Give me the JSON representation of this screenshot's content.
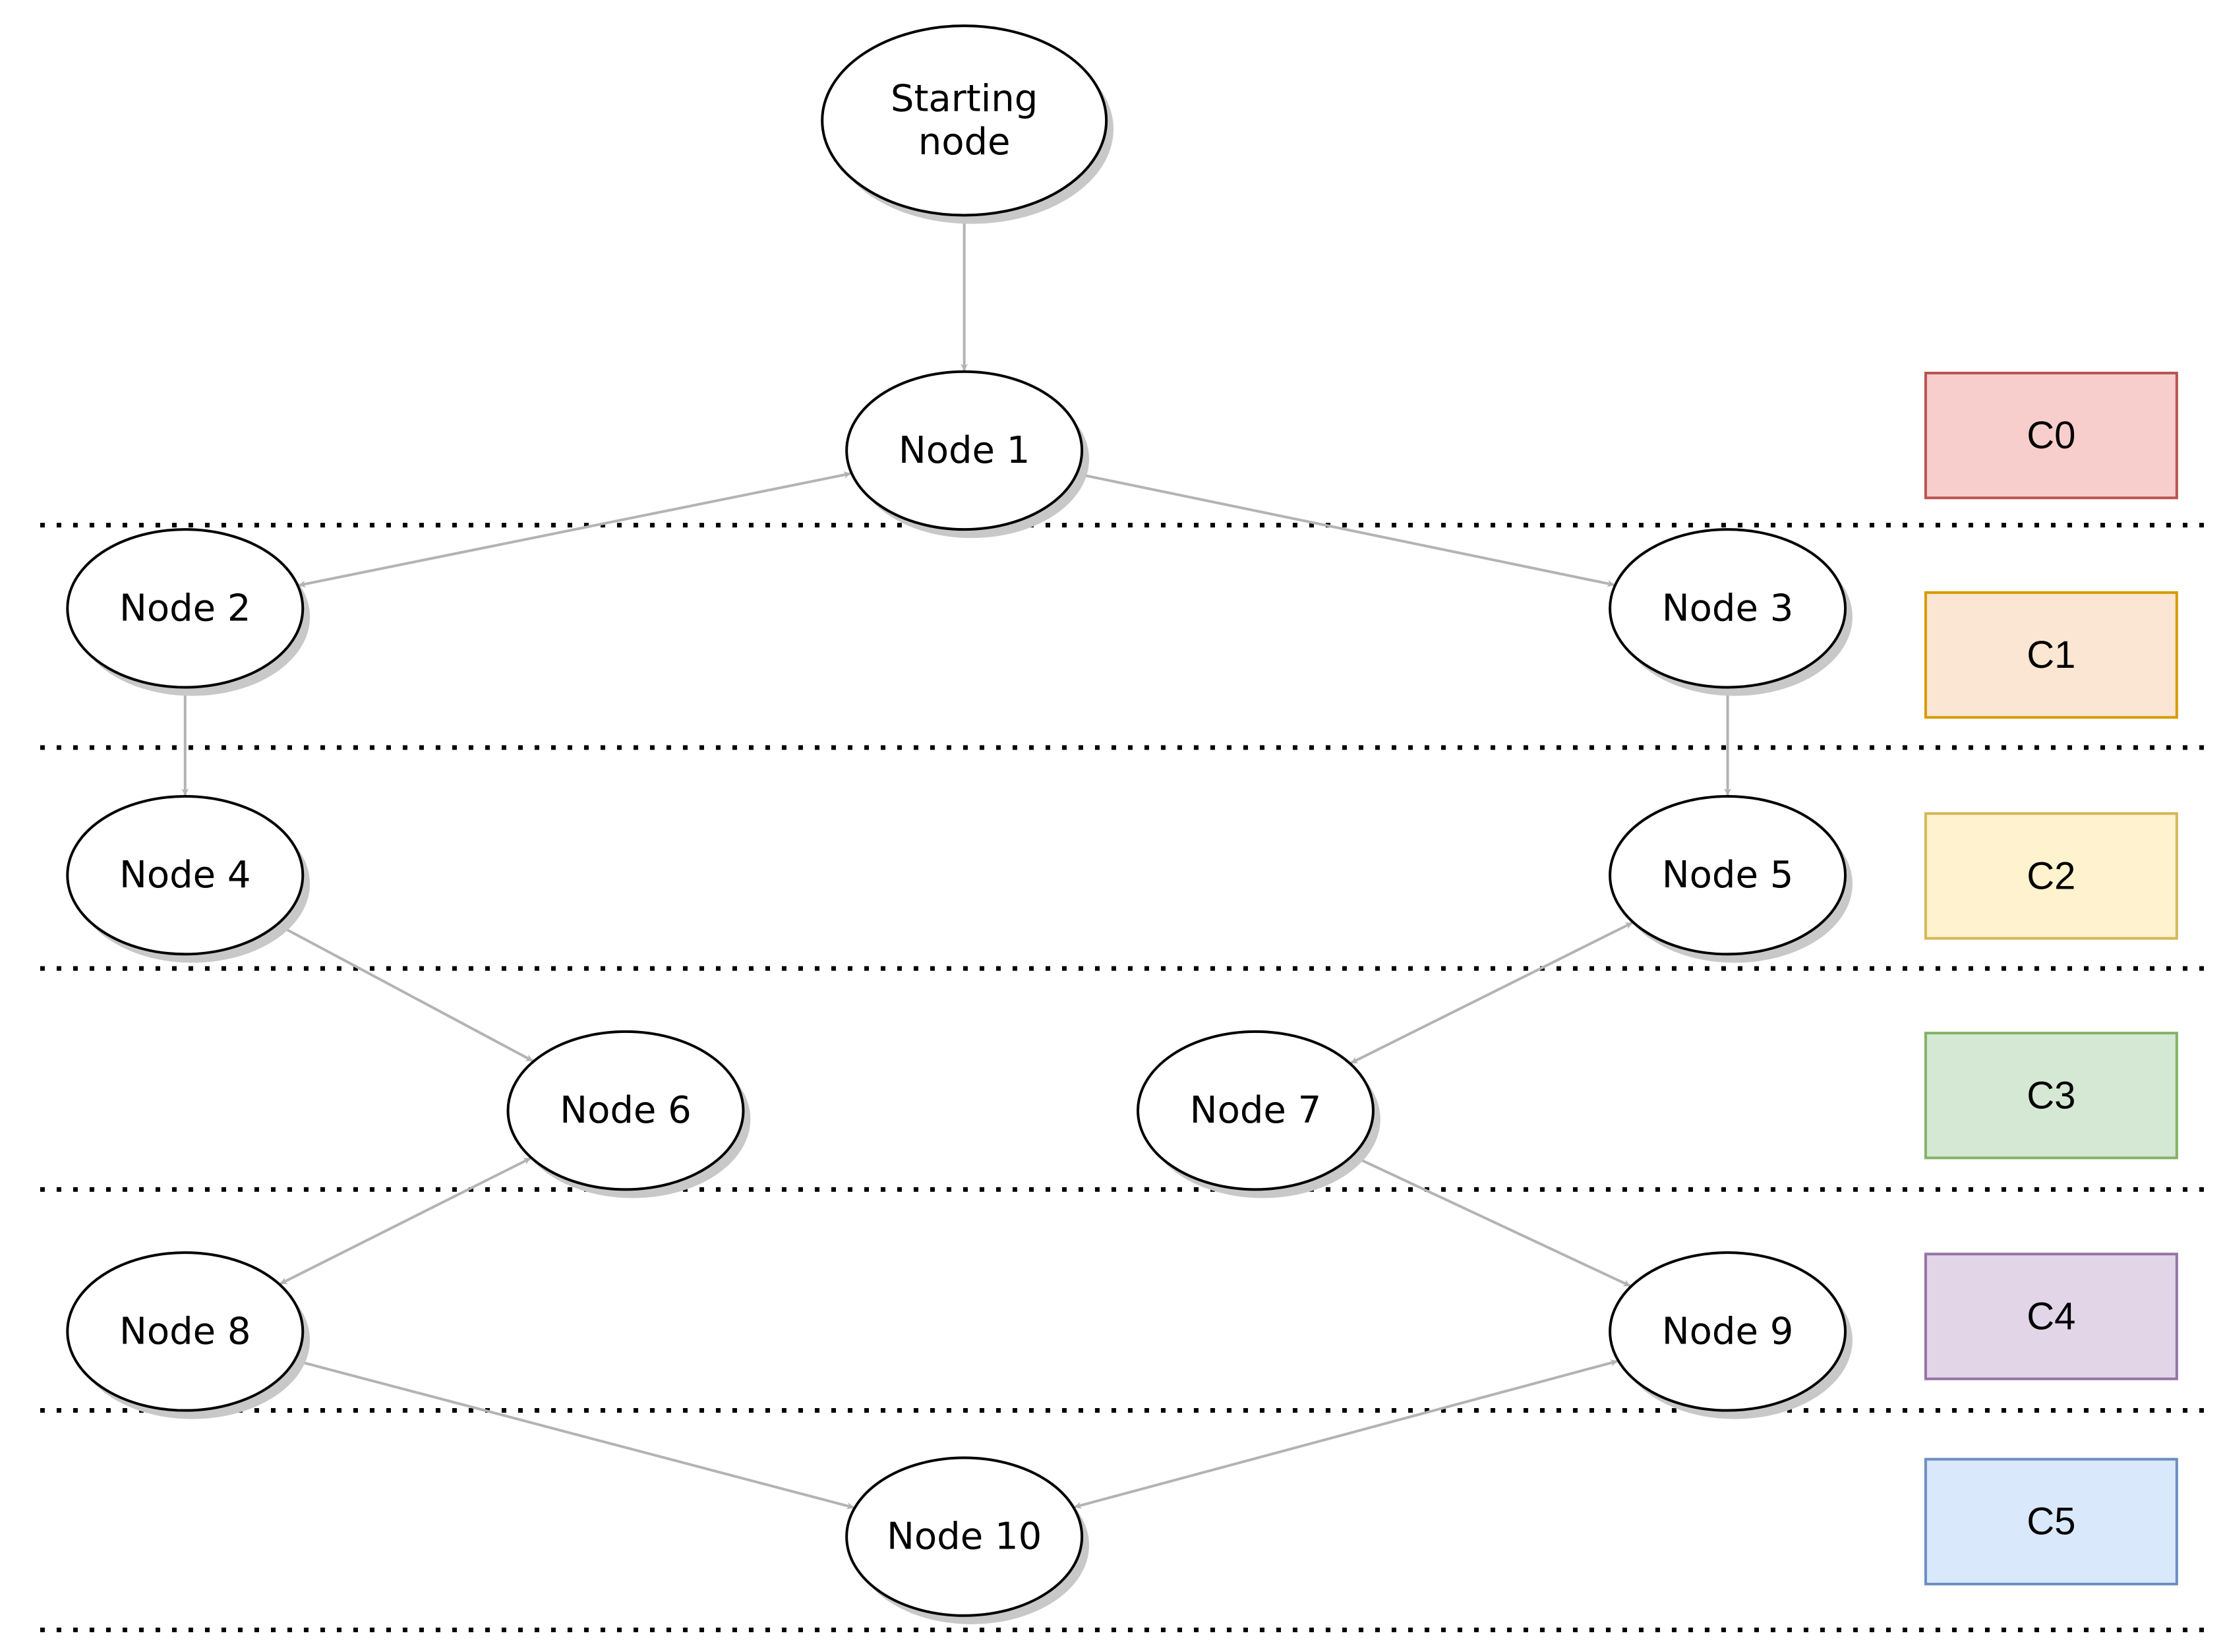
{
  "nodes": [
    {
      "id": "start",
      "lines": [
        "Starting",
        "node"
      ]
    },
    {
      "id": "n1",
      "lines": [
        "Node 1"
      ]
    },
    {
      "id": "n2",
      "lines": [
        "Node 2"
      ]
    },
    {
      "id": "n3",
      "lines": [
        "Node 3"
      ]
    },
    {
      "id": "n4",
      "lines": [
        "Node 4"
      ]
    },
    {
      "id": "n5",
      "lines": [
        "Node 5"
      ]
    },
    {
      "id": "n6",
      "lines": [
        "Node 6"
      ]
    },
    {
      "id": "n7",
      "lines": [
        "Node 7"
      ]
    },
    {
      "id": "n8",
      "lines": [
        "Node 8"
      ]
    },
    {
      "id": "n9",
      "lines": [
        "Node 9"
      ]
    },
    {
      "id": "n10",
      "lines": [
        "Node 10"
      ]
    }
  ],
  "edges": [
    {
      "from": "start",
      "to": "n1",
      "direction": "both"
    },
    {
      "from": "n1",
      "to": "n2",
      "direction": "both"
    },
    {
      "from": "n1",
      "to": "n3",
      "direction": "both"
    },
    {
      "from": "n2",
      "to": "n4",
      "direction": "both"
    },
    {
      "from": "n3",
      "to": "n5",
      "direction": "both"
    },
    {
      "from": "n4",
      "to": "n6",
      "direction": "both"
    },
    {
      "from": "n5",
      "to": "n7",
      "direction": "both"
    },
    {
      "from": "n6",
      "to": "n8",
      "direction": "both"
    },
    {
      "from": "n7",
      "to": "n9",
      "direction": "both"
    },
    {
      "from": "n8",
      "to": "n10",
      "direction": "both"
    },
    {
      "from": "n9",
      "to": "n10",
      "direction": "both"
    }
  ],
  "legend": [
    {
      "label": "C0",
      "fill": "#f8cecc",
      "stroke": "#b85450"
    },
    {
      "label": "C1",
      "fill": "#fae6d2",
      "stroke": "#d79b00"
    },
    {
      "label": "C2",
      "fill": "#fff3cf",
      "stroke": "#d6b656"
    },
    {
      "label": "C3",
      "fill": "#d5e8d4",
      "stroke": "#82b366"
    },
    {
      "label": "C4",
      "fill": "#e1d5e7",
      "stroke": "#9673a6"
    },
    {
      "label": "C5",
      "fill": "#dae8fc",
      "stroke": "#6c8ebf"
    }
  ],
  "colors": {
    "edge": "#b3b3b3",
    "node_stroke": "#000000",
    "node_fill": "#ffffff",
    "divider": "#000000"
  }
}
